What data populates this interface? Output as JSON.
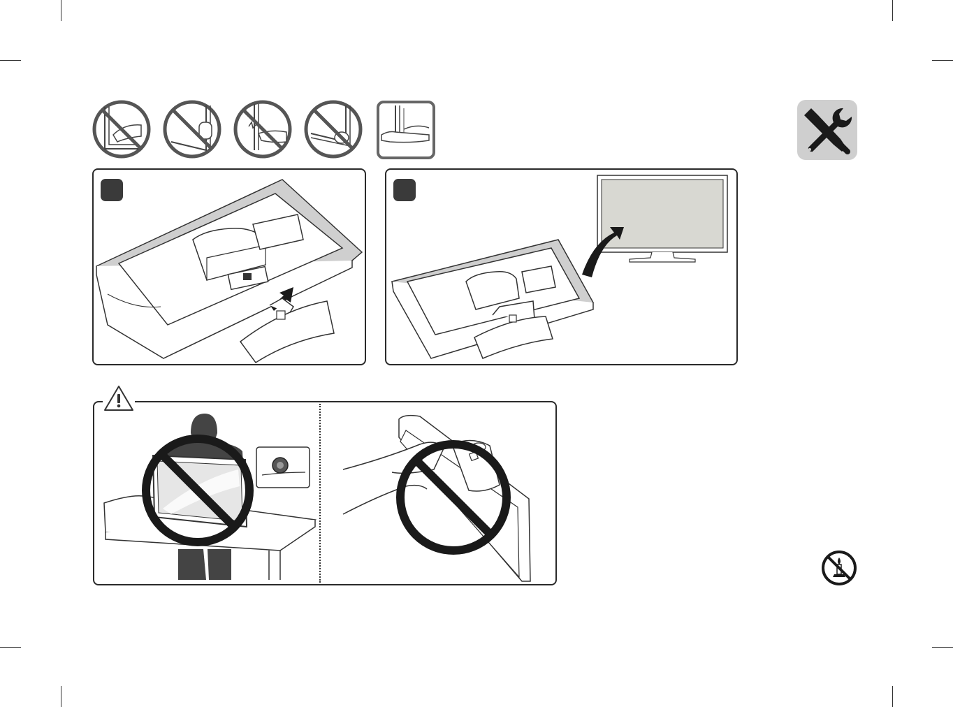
{
  "page": {
    "background": "#ffffff",
    "line_color": "#2a2a2a",
    "badge_color": "#3a3a3a",
    "tool_tile_color": "#cfcfcf"
  },
  "handling_hints": [
    {
      "icon": "no-press-screen-corner-icon",
      "allowed": false
    },
    {
      "icon": "no-grip-screen-edge-icon",
      "allowed": false
    },
    {
      "icon": "no-impact-screen-icon",
      "allowed": false
    },
    {
      "icon": "no-squeeze-frame-icon",
      "allowed": false
    },
    {
      "icon": "support-base-correct-icon",
      "allowed": true
    }
  ],
  "steps": [
    {
      "badge": "",
      "icon": "attach-stand-base-illustration"
    },
    {
      "badge": "",
      "icon": "lift-monitor-upright-illustration"
    }
  ],
  "caution": {
    "icon": "warning-triangle-icon",
    "left_scene": "no-carry-monitor-by-screen-illustration",
    "right_scene": "no-lift-by-stand-illustration"
  },
  "side_icons": {
    "tools": "screwdriver-wrench-icon",
    "no_candle": "no-open-flame-icon"
  }
}
